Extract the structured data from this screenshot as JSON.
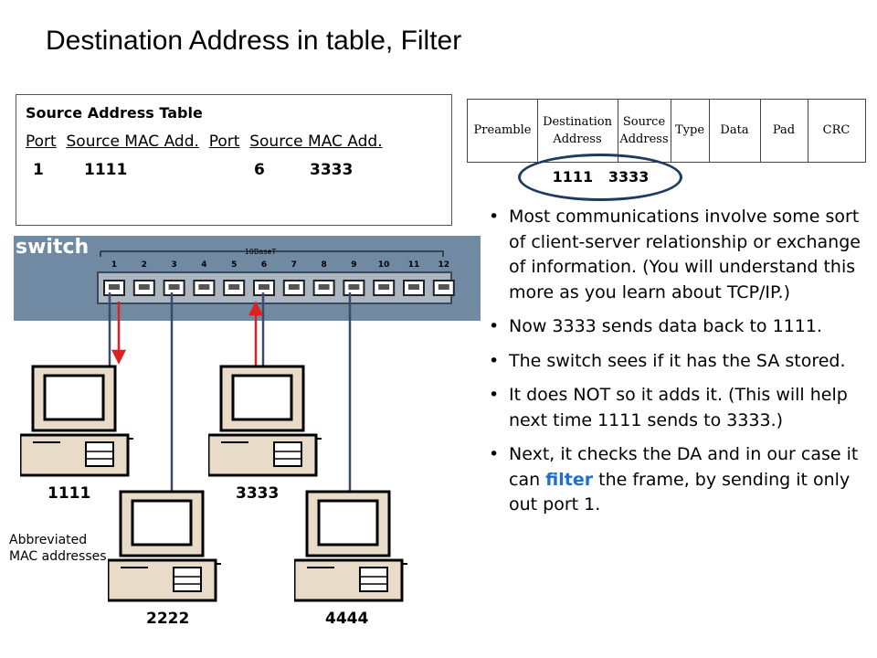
{
  "title": "Destination Address in table, Filter",
  "source_table": {
    "heading": "Source Address Table",
    "col_port": "Port",
    "col_mac": "Source MAC Add.",
    "rows": [
      {
        "port": "1",
        "mac": "1111"
      },
      {
        "port": "6",
        "mac": "3333"
      }
    ]
  },
  "switch": {
    "label": "switch",
    "model": "10BaseT",
    "ports": [
      "1",
      "2",
      "3",
      "4",
      "5",
      "6",
      "7",
      "8",
      "9",
      "10",
      "11",
      "12"
    ]
  },
  "frame": {
    "fields": [
      "Preamble",
      "Destination Address",
      "Source Address",
      "Type",
      "Data",
      "Pad",
      "CRC"
    ],
    "highlight": "1111   3333"
  },
  "bullets": [
    {
      "text": "Most communications involve some sort of client-server relationship or exchange of information.  (You will understand this more as you learn about TCP/IP.)"
    },
    {
      "text": "Now 3333 sends data back to 1111."
    },
    {
      "text": "The switch sees if it has the SA stored."
    },
    {
      "text": "It does NOT so it adds it.  (This will help next time 1111 sends to 3333.)"
    },
    {
      "pre": "Next, it checks the DA and in our case it can ",
      "em": "filter",
      "post": " the frame, by sending it only out port 1."
    }
  ],
  "hosts": [
    "1111",
    "3333",
    "2222",
    "4444"
  ],
  "note": "Abbreviated MAC addresses",
  "colors": {
    "switch": "#6f8aa2",
    "arrow": "#e02020",
    "oval": "#1f3a60",
    "highlight": "#1f6fd0"
  }
}
